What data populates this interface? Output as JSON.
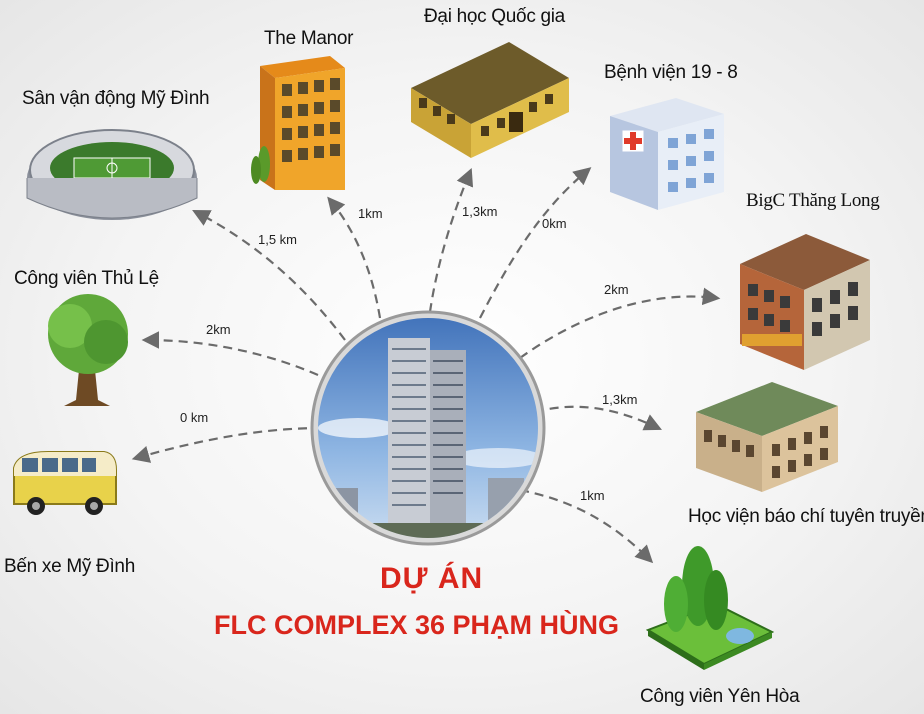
{
  "project": {
    "title_line1": "DỰ ÁN",
    "title_line2": "FLC COMPLEX 36 PHẠM HÙNG"
  },
  "destinations": [
    {
      "id": "stadium",
      "label": "Sân vận động Mỹ Đình",
      "distance": "1,5 km",
      "icon": "stadium-icon"
    },
    {
      "id": "manor",
      "label": "The Manor",
      "distance": "1km",
      "icon": "building-icon"
    },
    {
      "id": "university",
      "label": "Đại học Quốc gia",
      "distance": "1,3km",
      "icon": "university-icon"
    },
    {
      "id": "hospital",
      "label": "Bệnh viện 19 - 8",
      "distance": "0km",
      "icon": "hospital-icon"
    },
    {
      "id": "bigc",
      "label": "BigC  Thăng Long",
      "distance": "2km",
      "icon": "mall-icon"
    },
    {
      "id": "academy",
      "label": "Học viện báo chí tuyên truyền",
      "distance": "1,3km",
      "icon": "academy-icon"
    },
    {
      "id": "yenhoa",
      "label": "Công viên Yên Hòa",
      "distance": "1km",
      "icon": "park-icon"
    },
    {
      "id": "busstation",
      "label": "Bến xe Mỹ Đình",
      "distance": "0 km",
      "icon": "bus-icon"
    },
    {
      "id": "thule",
      "label": "Công viên Thủ Lệ",
      "distance": "2km",
      "icon": "tree-icon"
    }
  ],
  "colors": {
    "title": "#d9261c",
    "arrow": "#6b6b6b",
    "circle_border": "#9a9a9a"
  }
}
